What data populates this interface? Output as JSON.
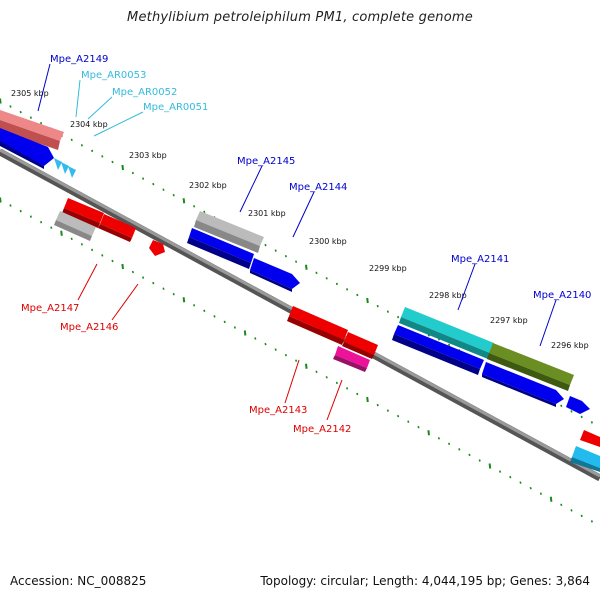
{
  "title": "Methylibium petroleiphilum PM1, complete genome",
  "footer": {
    "accession": "Accession: NC_008825",
    "summary": "Topology: circular; Length: 4,044,195 bp; Genes: 3,864"
  },
  "colors": {
    "backbone": "#808080",
    "tick_major": "#1a8a1a",
    "tick_minor": "#1a8a1a",
    "forward_label": "#0000cc",
    "reverse_label": "#dd0000",
    "rna_label": "#33bbdd",
    "forward_gene": "#0000ee",
    "reverse_gene": "#ee0000",
    "pseudo_gene": "#bbbbbb",
    "pink_gene": "#ee8888",
    "magenta_gene": "#ee1199",
    "cyan_gene": "#22cccc",
    "olive_gene": "#6b8e23",
    "light_blue_gene": "#22bbee"
  },
  "ticks": [
    {
      "label": "2305 kbp"
    },
    {
      "label": "2304 kbp"
    },
    {
      "label": "2303 kbp"
    },
    {
      "label": "2302 kbp"
    },
    {
      "label": "2301 kbp"
    },
    {
      "label": "2300 kbp"
    },
    {
      "label": "2299 kbp"
    },
    {
      "label": "2298 kbp"
    },
    {
      "label": "2297 kbp"
    },
    {
      "label": "2296 kbp"
    }
  ],
  "labels": {
    "mpe_a2149": "Mpe_A2149",
    "mpe_ar0053": "Mpe_AR0053",
    "mpe_ar0052": "Mpe_AR0052",
    "mpe_ar0051": "Mpe_AR0051",
    "mpe_a2145": "Mpe_A2145",
    "mpe_a2144": "Mpe_A2144",
    "mpe_a2141": "Mpe_A2141",
    "mpe_a2140": "Mpe_A2140",
    "mpe_a2147": "Mpe_A2147",
    "mpe_a2146": "Mpe_A2146",
    "mpe_a2143": "Mpe_A2143",
    "mpe_a2142": "Mpe_A2142"
  }
}
